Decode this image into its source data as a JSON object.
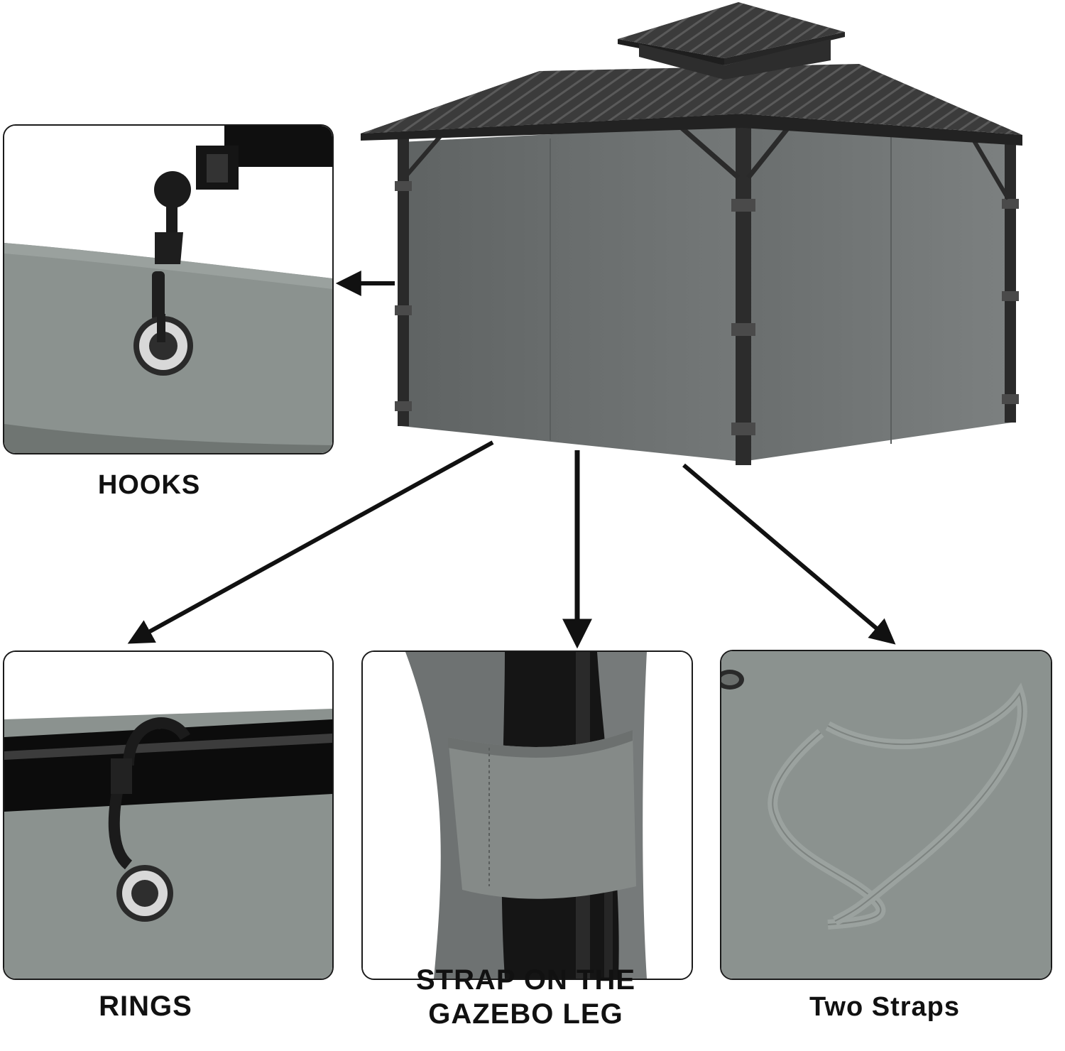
{
  "captions": {
    "hooks": "HOOKS",
    "rings": "RINGS",
    "strap_line1": "STRAP ON THE",
    "strap_line2": "GAZEBO LEG",
    "two_straps": "Two Straps"
  },
  "colors": {
    "curtain": "#6f7373",
    "roof": "#3a3a3a",
    "fabric": "#8b928f",
    "frame": "#1c1c1c"
  }
}
